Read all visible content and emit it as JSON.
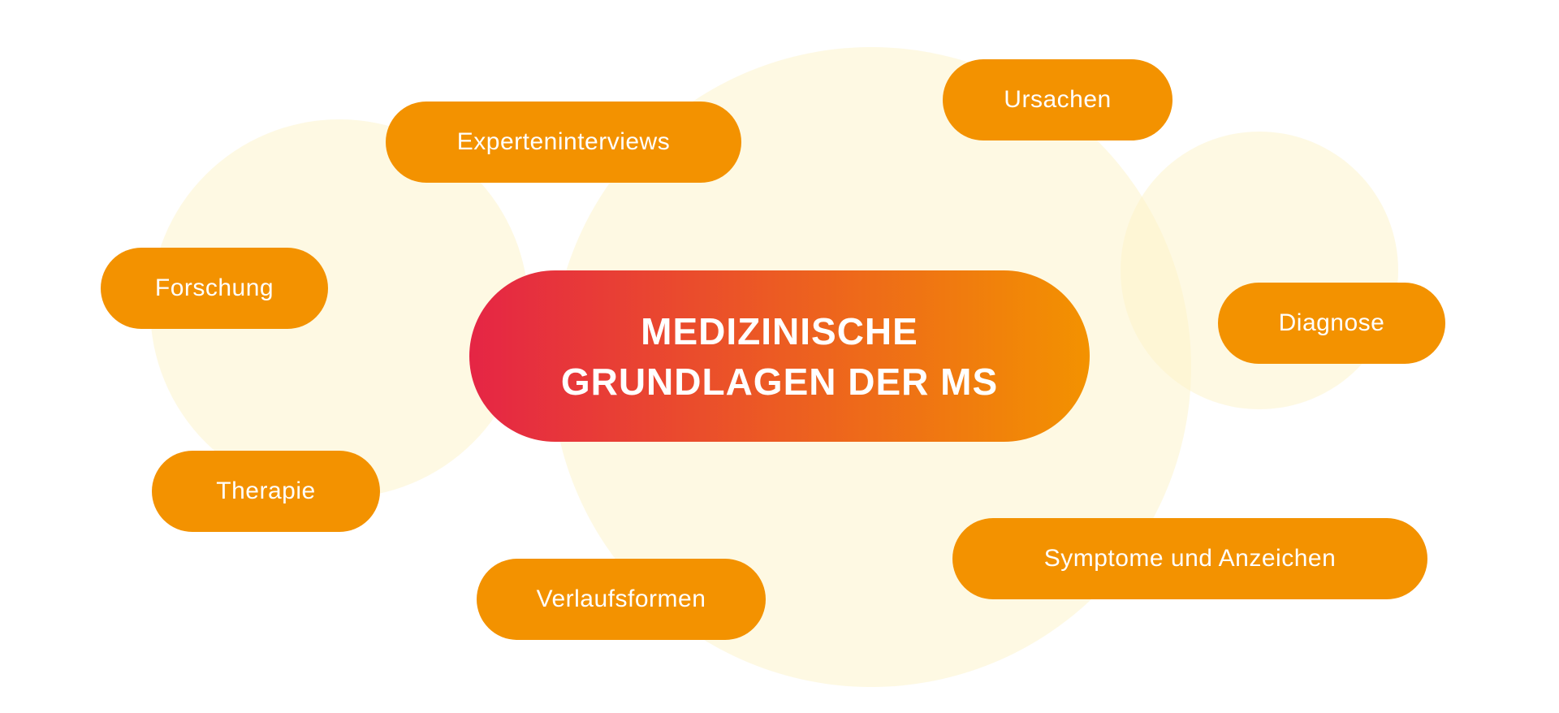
{
  "title": {
    "line1": "MEDIZINISCHE",
    "line2": "GRUNDLAGEN DER MS"
  },
  "topics": [
    {
      "label": "Experteninterviews"
    },
    {
      "label": "Ursachen"
    },
    {
      "label": "Forschung"
    },
    {
      "label": "Diagnose"
    },
    {
      "label": "Therapie"
    },
    {
      "label": "Verlaufsformen"
    },
    {
      "label": "Symptome und Anzeichen"
    }
  ],
  "colors": {
    "accent": "#f39200",
    "gradient_start": "#e52545",
    "circle": "#fdf3c8"
  }
}
